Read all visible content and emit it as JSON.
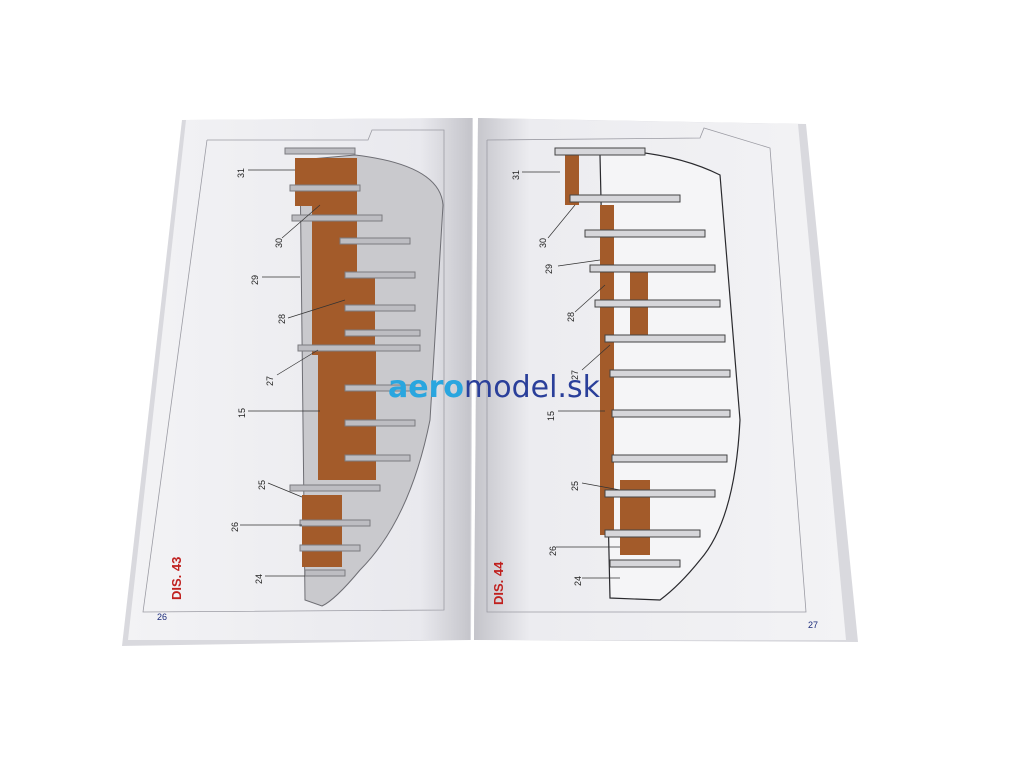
{
  "watermark": {
    "part1": "aero",
    "part2": "model.sk",
    "color1": "#2aa6df",
    "color2": "#2a3f9a"
  },
  "left_page": {
    "figure_label": "DIS. 43",
    "page_number": "26",
    "callouts": [
      "31",
      "30",
      "29",
      "28",
      "27",
      "15",
      "25",
      "26",
      "24"
    ]
  },
  "right_page": {
    "figure_label": "DIS. 44",
    "page_number": "27",
    "callouts": [
      "31",
      "30",
      "29",
      "28",
      "27",
      "15",
      "25",
      "26",
      "24"
    ]
  },
  "colors": {
    "wood": "#a35b2a",
    "hull": "#c9c9cd",
    "frame": "#7c7c82",
    "paper": "#f4f4f6",
    "accent": "#c0201e"
  }
}
